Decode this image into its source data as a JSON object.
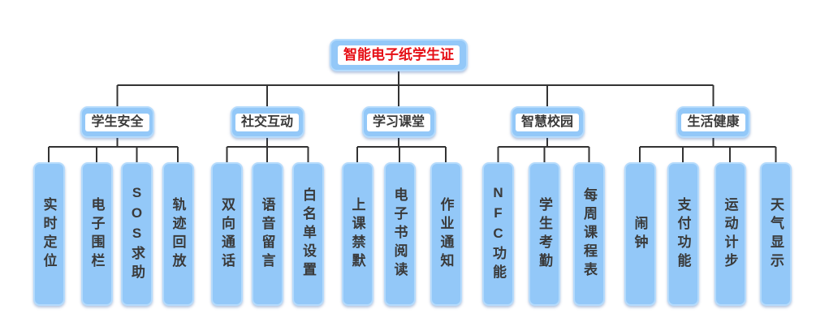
{
  "root": {
    "label": "智能电子纸学生证"
  },
  "groups": [
    {
      "label": "学生安全",
      "children": [
        "实时定位",
        "电子围栏",
        "SOS求助",
        "轨迹回放"
      ]
    },
    {
      "label": "社交互动",
      "children": [
        "双向通话",
        "语音留言",
        "白名单设置"
      ]
    },
    {
      "label": "学习课堂",
      "children": [
        "上课禁默",
        "电子书阅读",
        "作业通知"
      ]
    },
    {
      "label": "智慧校园",
      "children": [
        "NFC功能",
        "学生考勤",
        "每周课程表"
      ]
    },
    {
      "label": "生活健康",
      "children": [
        "闹钟",
        "支付功能",
        "运动计步",
        "天气显示"
      ]
    }
  ],
  "colors": {
    "background": "#ffffff",
    "node_fill": "#93c8f8",
    "node_border": "#b5dbfc",
    "inner_panel": "#ffffff",
    "node_text": "#3a3a3a",
    "root_text": "#e60f16",
    "connector": "#333333"
  }
}
